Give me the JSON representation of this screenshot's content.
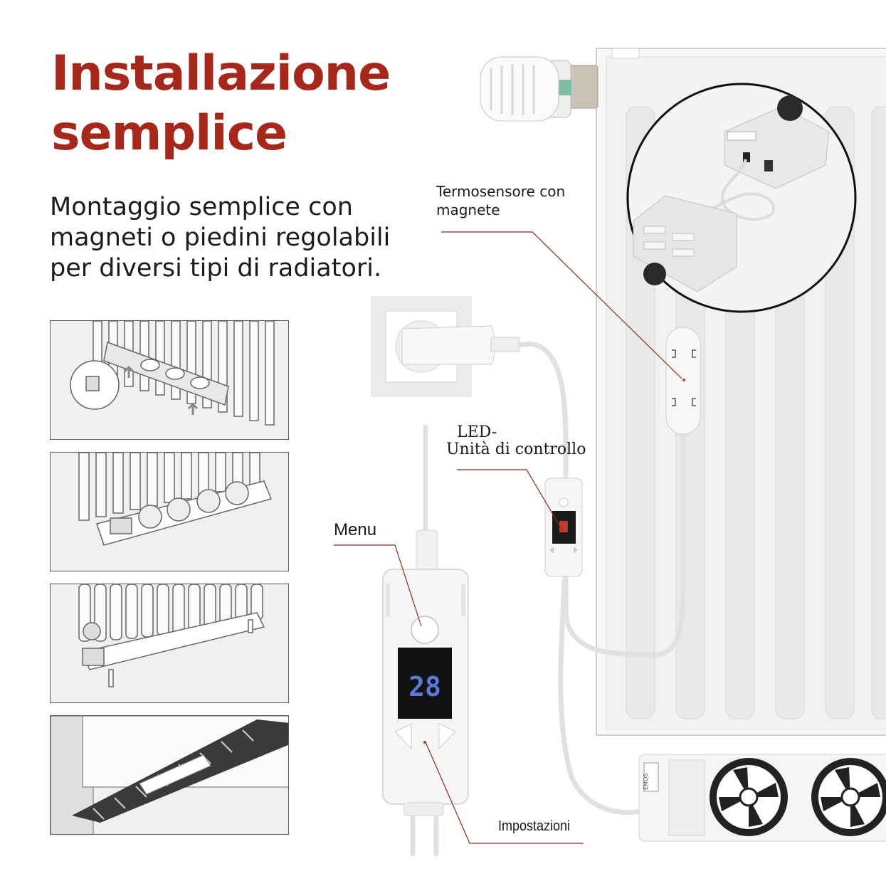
{
  "title_line1": "Installazione",
  "title_line2": "semplice",
  "subtitle": "Montaggio semplice con magneti o piedini regolabili per diversi tipi di radiatori.",
  "labels": {
    "sensor": "Termosensore con magnete",
    "led_line1": "LED-",
    "led_line2": "Unità di controllo",
    "menu": "Menu",
    "settings": "Impostazioni"
  },
  "display_value": "28",
  "brand": "EMOS",
  "colors": {
    "title": "#a8271b",
    "leader_line": "#8b2a22",
    "display_digits": "#5a78d8"
  }
}
